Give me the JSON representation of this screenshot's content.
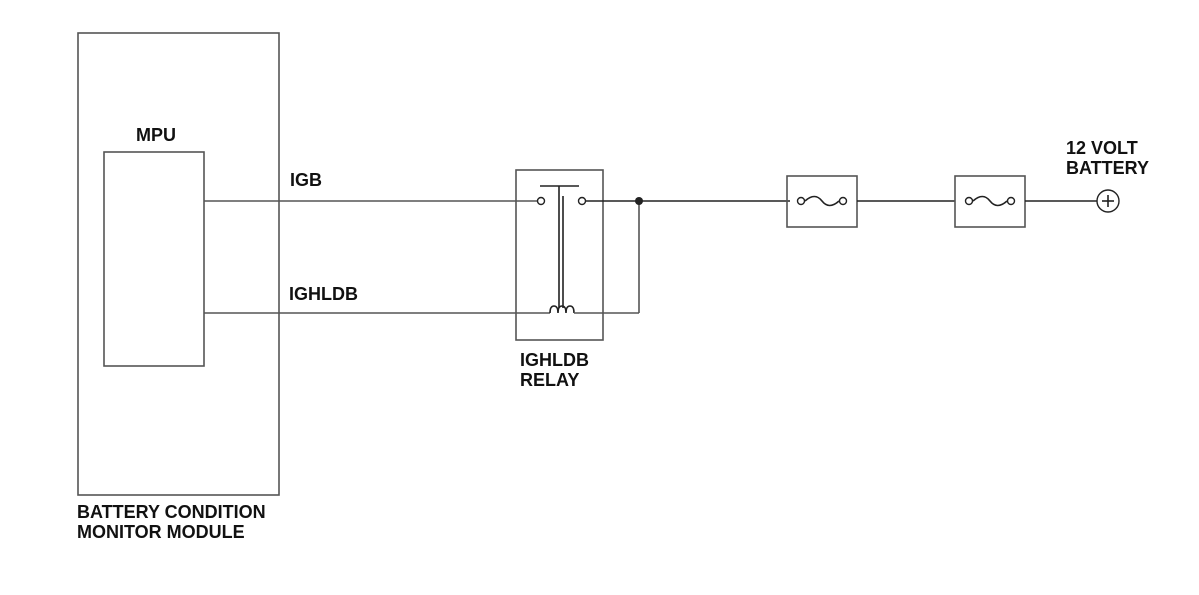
{
  "labels": {
    "mpu": "MPU",
    "igb": "IGB",
    "ighldb": "IGHLDB",
    "relay_line1": "IGHLDB",
    "relay_line2": "RELAY",
    "battery_line1": "12 VOLT",
    "battery_line2": "BATTERY",
    "module_line1": "BATTERY CONDITION",
    "module_line2": "MONITOR MODULE"
  },
  "icons": {
    "fuse": "fuse-icon",
    "relay_coil": "coil-icon",
    "relay_switch": "switch-icon",
    "battery_terminal": "plus-terminal-icon"
  },
  "colors": {
    "line": "#555555",
    "text": "#111111"
  }
}
